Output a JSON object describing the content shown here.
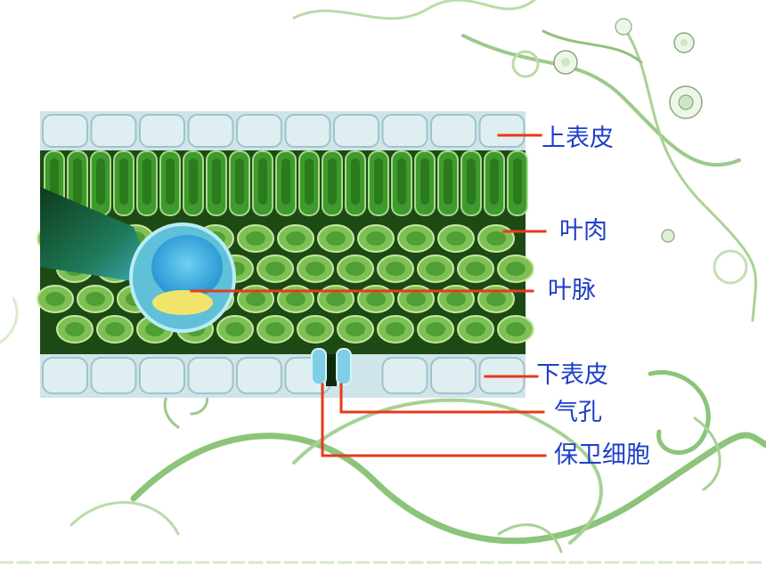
{
  "slide": {
    "labels": {
      "upper_epidermis": "上表皮",
      "mesophyll": "叶肉",
      "vein": "叶脉",
      "lower_epidermis": "下表皮",
      "stoma": "气孔",
      "guard_cells": "保卫细胞"
    },
    "colors": {
      "label_text": "#1f3fc8",
      "leader_line": "#e83a1a",
      "vine": "#8cc47a",
      "epidermis": "#dfeef0",
      "palisade": "#3e9a2c",
      "spongy": "#4f9f34",
      "vein_xylem": "#2aa7d8",
      "background_tissue": "#1d4a14"
    },
    "decoration_icons": [
      "vine-scroll-icon",
      "flower-icon"
    ]
  }
}
